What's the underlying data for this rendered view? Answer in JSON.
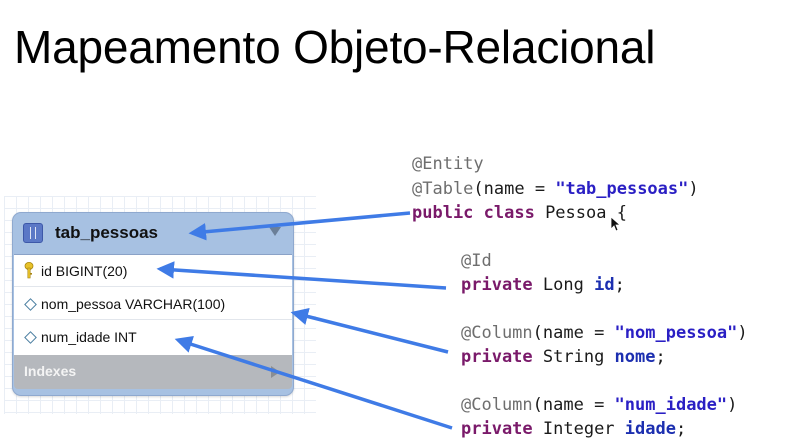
{
  "slide": {
    "title": "Mapeamento Objeto-Relacional"
  },
  "table": {
    "name": "tab_pessoas",
    "columns": [
      {
        "text": "id BIGINT(20)",
        "icon": "key-icon"
      },
      {
        "text": "nom_pessoa VARCHAR(100)",
        "icon": "diamond-icon"
      },
      {
        "text": "num_idade INT",
        "icon": "diamond-icon"
      }
    ],
    "indexes_label": "Indexes"
  },
  "code": {
    "entity_annotation": "@Entity",
    "table_annotation": "@Table",
    "table_args_open": "(name = ",
    "table_name_string": "\"tab_pessoas\"",
    "table_args_close": ")",
    "class_keywords": "public class",
    "class_name": " Pessoa {",
    "id_annotation": "@Id",
    "id_keyword": "private",
    "id_type": " Long ",
    "id_field": "id",
    "id_semicolon": ";",
    "col1_annotation": "@Column",
    "col1_args_open": "(name = ",
    "col1_name_string": "\"nom_pessoa\"",
    "col1_args_close": ")",
    "col1_keyword": "private",
    "col1_type": " String ",
    "col1_field": "nome",
    "col1_semicolon": ";",
    "col2_annotation": "@Column",
    "col2_args_open": "(name = ",
    "col2_name_string": "\"num_idade\"",
    "col2_args_close": ")",
    "col2_keyword": "private",
    "col2_type": " Integer ",
    "col2_field": "idade",
    "col2_semicolon": ";"
  },
  "colors": {
    "arrow": "#3f7be6",
    "keyword": "#7a1a6a",
    "string": "#2a1fc4",
    "table_header": "#a7c1e2"
  }
}
